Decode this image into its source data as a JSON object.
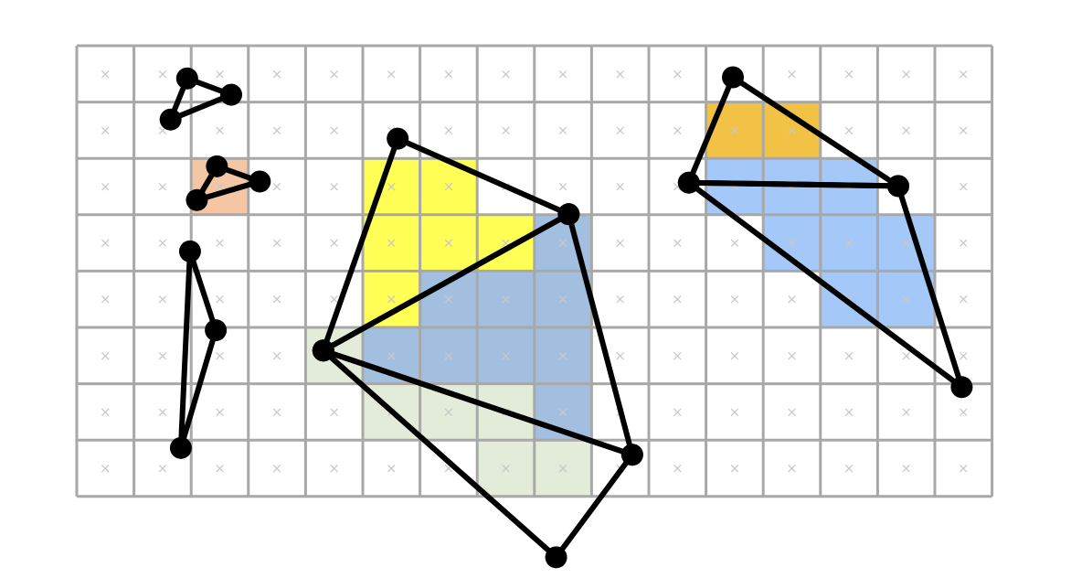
{
  "grid": {
    "rows": 8,
    "cols": 16,
    "cell_marker": "×",
    "line_color": "#a8a8a8",
    "marker_color": "#c8c8c8"
  },
  "colors": {
    "orange_salmon": "#f4c6a4",
    "yellow": "#ffff55",
    "blue": "#a2bfe0",
    "light_green": "#e3ecd9",
    "gold": "#f2c245",
    "light_blue": "#a4c8f7",
    "polygon_stroke": "#000000"
  },
  "filled_cells": [
    {
      "row": 2,
      "col": 2,
      "color": "orange_salmon"
    },
    {
      "row": 2,
      "col": 5,
      "color": "yellow"
    },
    {
      "row": 2,
      "col": 6,
      "color": "yellow"
    },
    {
      "row": 3,
      "col": 5,
      "color": "yellow"
    },
    {
      "row": 3,
      "col": 6,
      "color": "yellow"
    },
    {
      "row": 3,
      "col": 7,
      "color": "yellow"
    },
    {
      "row": 4,
      "col": 5,
      "color": "yellow"
    },
    {
      "row": 3,
      "col": 8,
      "color": "blue"
    },
    {
      "row": 4,
      "col": 6,
      "color": "blue"
    },
    {
      "row": 4,
      "col": 7,
      "color": "blue"
    },
    {
      "row": 4,
      "col": 8,
      "color": "blue"
    },
    {
      "row": 5,
      "col": 5,
      "color": "blue"
    },
    {
      "row": 5,
      "col": 6,
      "color": "blue"
    },
    {
      "row": 5,
      "col": 7,
      "color": "blue"
    },
    {
      "row": 5,
      "col": 8,
      "color": "blue"
    },
    {
      "row": 6,
      "col": 8,
      "color": "blue"
    },
    {
      "row": 5,
      "col": 4,
      "color": "light_green"
    },
    {
      "row": 6,
      "col": 5,
      "color": "light_green"
    },
    {
      "row": 6,
      "col": 6,
      "color": "light_green"
    },
    {
      "row": 6,
      "col": 7,
      "color": "light_green"
    },
    {
      "row": 7,
      "col": 7,
      "color": "light_green"
    },
    {
      "row": 7,
      "col": 8,
      "color": "light_green"
    },
    {
      "row": 1,
      "col": 11,
      "color": "gold"
    },
    {
      "row": 1,
      "col": 12,
      "color": "gold"
    },
    {
      "row": 2,
      "col": 11,
      "color": "light_blue"
    },
    {
      "row": 2,
      "col": 12,
      "color": "light_blue"
    },
    {
      "row": 2,
      "col": 13,
      "color": "light_blue"
    },
    {
      "row": 3,
      "col": 12,
      "color": "light_blue"
    },
    {
      "row": 3,
      "col": 13,
      "color": "light_blue"
    },
    {
      "row": 3,
      "col": 14,
      "color": "light_blue"
    },
    {
      "row": 4,
      "col": 13,
      "color": "light_blue"
    },
    {
      "row": 4,
      "col": 14,
      "color": "light_blue"
    }
  ],
  "triangles": [
    {
      "name": "small-triangle-top",
      "vertices": [
        [
          1.93,
          0.58
        ],
        [
          2.7,
          0.87
        ],
        [
          1.64,
          1.31
        ]
      ]
    },
    {
      "name": "small-triangle-middle",
      "vertices": [
        [
          2.45,
          2.14
        ],
        [
          3.2,
          2.41
        ],
        [
          2.1,
          2.74
        ]
      ]
    },
    {
      "name": "thin-triangle-left",
      "vertices": [
        [
          1.98,
          3.65
        ],
        [
          2.43,
          5.05
        ],
        [
          1.82,
          7.14
        ]
      ]
    },
    {
      "name": "triangle-yellow",
      "vertices": [
        [
          5.61,
          1.65
        ],
        [
          8.6,
          2.99
        ],
        [
          4.31,
          5.41
        ]
      ]
    },
    {
      "name": "triangle-blue",
      "vertices": [
        [
          8.6,
          2.99
        ],
        [
          9.71,
          7.26
        ],
        [
          4.31,
          5.41
        ]
      ]
    },
    {
      "name": "triangle-green",
      "vertices": [
        [
          4.31,
          5.41
        ],
        [
          9.71,
          7.26
        ],
        [
          8.38,
          9.08
        ]
      ]
    },
    {
      "name": "triangle-gold",
      "vertices": [
        [
          11.47,
          0.56
        ],
        [
          14.36,
          2.49
        ],
        [
          10.7,
          2.43
        ]
      ]
    },
    {
      "name": "triangle-light-blue",
      "vertices": [
        [
          10.7,
          2.43
        ],
        [
          14.36,
          2.49
        ],
        [
          15.47,
          6.06
        ]
      ]
    }
  ]
}
